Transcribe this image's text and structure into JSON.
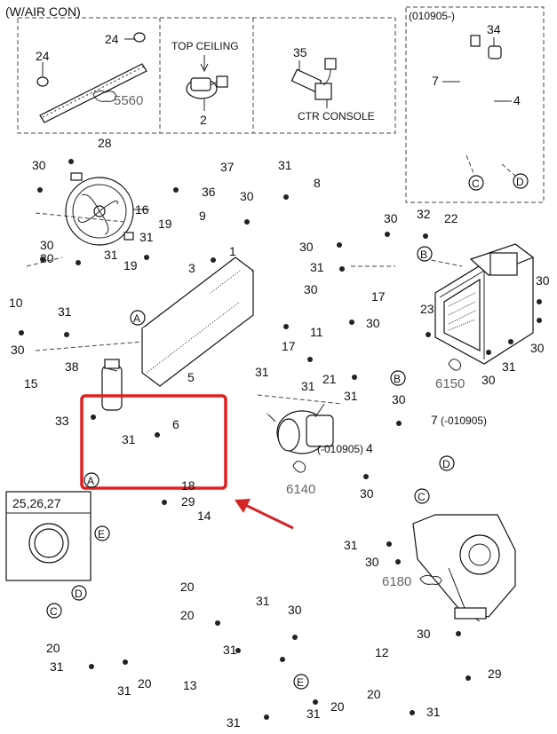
{
  "inset_top_left": {
    "title": "(W/AIR CON)",
    "top_ceiling": "TOP CEILING",
    "ctr_console": "CTR CONSOLE",
    "num_24a": "24",
    "num_24b": "24",
    "num_2": "2",
    "num_35": "35",
    "ref_5560": "5560"
  },
  "inset_top_right": {
    "title": "(010905-)",
    "num_34": "34",
    "num_7": "7",
    "num_4": "4",
    "circle_c": "C",
    "circle_d": "D"
  },
  "inset_seal": {
    "title": "25,26,27"
  },
  "callouts": {
    "c28": "28",
    "c30a": "30",
    "c16": "16",
    "c37": "37",
    "c36": "36",
    "c31a": "31",
    "c8": "8",
    "c30b": "30",
    "c9": "9",
    "c19a": "19",
    "c31b": "31",
    "c19b": "19",
    "c1": "1",
    "c30c": "30",
    "c30d": "30",
    "c31c": "31",
    "c3": "3",
    "c10": "10",
    "c31d": "31",
    "c30e": "30",
    "c32": "32",
    "c22": "22",
    "c30f": "30",
    "c31e": "31",
    "c30g": "30",
    "c30h": "30",
    "c17a": "17",
    "c30i": "30",
    "c23": "23",
    "c30j": "30",
    "c11": "11",
    "c30k": "30",
    "c17b": "17",
    "c31f": "31",
    "c31g": "31",
    "c21": "21",
    "c31h": "31",
    "c31i": "31",
    "c38": "38",
    "c15": "15",
    "c5": "5",
    "c30l": "30",
    "c7b": "7",
    "c7b_note": "(-010905)",
    "c33": "33",
    "c6": "6",
    "c31j": "31",
    "c18": "18",
    "c4b": "4",
    "c4b_note": "(-010905)",
    "c30m": "30",
    "c29a": "29",
    "c14": "14",
    "c31k": "31",
    "c30n": "30",
    "c20a": "20",
    "c30o": "30",
    "c20b": "20",
    "c31l": "31",
    "c30p": "30",
    "c12": "12",
    "c31m": "31",
    "c20c": "20",
    "c13": "13",
    "c31n": "31",
    "c30q": "30",
    "c29b": "29",
    "c20d": "20",
    "c31o": "31",
    "c20e": "20",
    "c31p": "31",
    "c31q": "31",
    "c31r": "31",
    "c20f": "20"
  },
  "refs": {
    "r6150": "6150",
    "r6140": "6140",
    "r6180": "6180"
  },
  "circle_letters": {
    "a1": "A",
    "a2": "A",
    "b1": "B",
    "b2": "B",
    "d1": "D",
    "c1": "C",
    "e1": "E",
    "e2": "E",
    "c2": "C",
    "d2": "D"
  },
  "colors": {
    "highlight": "#e02020",
    "arrow": "#d42424"
  }
}
